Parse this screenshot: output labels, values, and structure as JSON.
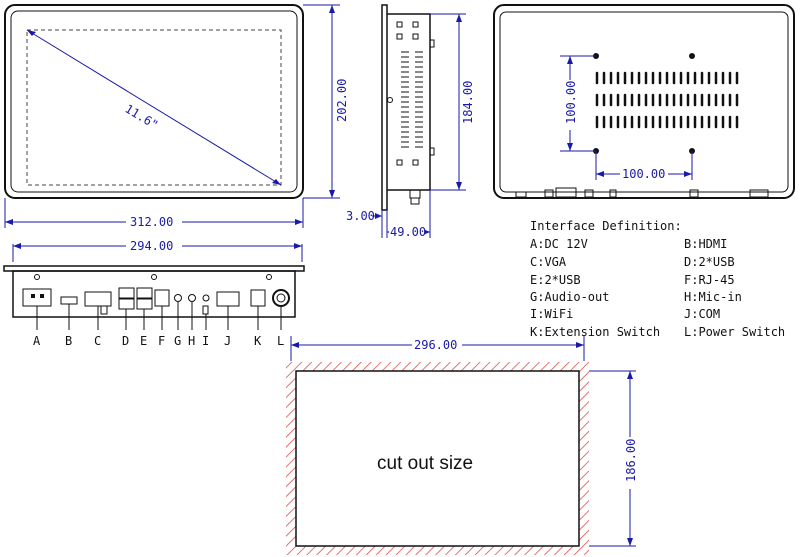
{
  "dimensions": {
    "diagonal": "11.6\"",
    "front_height": "202.00",
    "front_width": "312.00",
    "side_height": "184.00",
    "side_lip": "3.00",
    "side_depth": "49.00",
    "vesa_vertical": "100.00",
    "vesa_horizontal": "100.00",
    "bottom_width": "294.00",
    "cutout_width": "296.00",
    "cutout_height": "186.00"
  },
  "port_letters": [
    "A",
    "B",
    "C",
    "D",
    "E",
    "F",
    "G",
    "H",
    "I",
    "J",
    "K",
    "L"
  ],
  "interface": {
    "title": "Interface Definition:",
    "items": [
      "A:DC 12V",
      "B:HDMI",
      "C:VGA",
      "D:2*USB",
      "E:2*USB",
      "F:RJ-45",
      "G:Audio-out",
      "H:Mic-in",
      "I:WiFi",
      "J:COM",
      "K:Extension Switch",
      "L:Power Switch"
    ]
  },
  "cutout_label": "cut out size",
  "colors": {
    "dimension": "#1a1aa8",
    "outline": "#111111",
    "hatch": "#d9534f"
  }
}
